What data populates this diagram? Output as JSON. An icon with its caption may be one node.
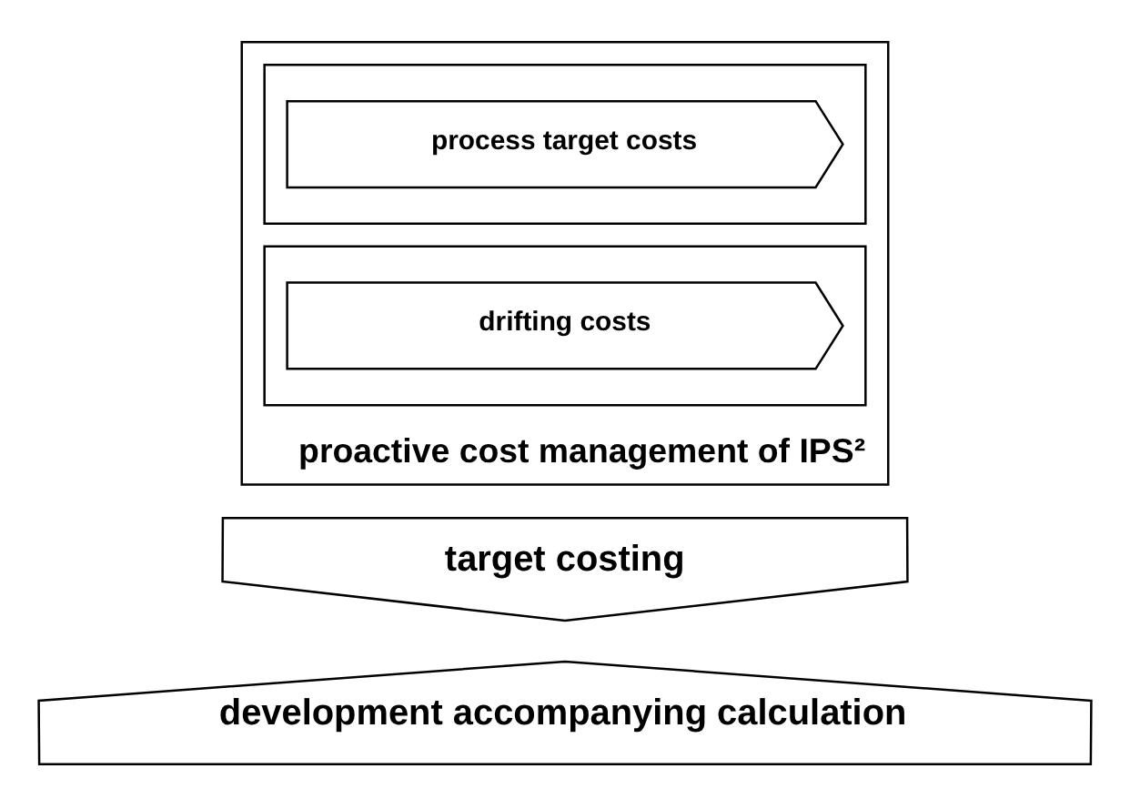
{
  "diagram": {
    "nodes": [
      {
        "text": [
          "proactive cost management of IPS²"
        ]
      },
      {
        "text": [
          "target costing"
        ]
      },
      {
        "text": [],
        "shape": "box",
        "in": 0
      },
      {
        "text": [
          "process target costs"
        ],
        "in": 2
      },
      {
        "text": [],
        "shape": "box",
        "in": 0
      },
      {
        "text": [
          "drifting costs"
        ],
        "in": 4
      },
      {
        "text": [
          "development accompanying calculation"
        ]
      }
    ],
    "edges": []
  }
}
